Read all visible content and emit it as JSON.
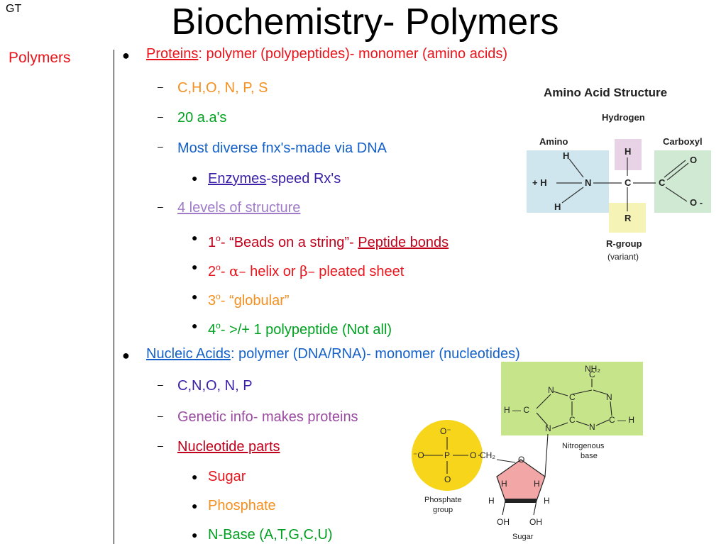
{
  "corner": "GT",
  "title": "Biochemistry- Polymers",
  "side_label": "Polymers",
  "proteins": {
    "head_link": "Proteins",
    "head_rest": ": polymer (polypeptides)-  monomer (amino acids)",
    "elements": "C,H,O, N, P, S",
    "count": "20 a.a's",
    "diverse": "Most diverse fnx's-made via DNA",
    "enzymes_link": "Enzymes",
    "enzymes_rest": "-speed Rx's",
    "levels_link": "4 levels of structure",
    "l1_num": "1",
    "l1_text": "- “Beads on a string”- ",
    "l1_link": "Peptide bonds",
    "l2_num": "2",
    "l2_a": "- ",
    "l2_alpha": "α–",
    "l2_b": " helix or ",
    "l2_beta": "β–",
    "l2_c": " pleated sheet",
    "l3_num": "3",
    "l3_text": "- “globular”",
    "l4_num": "4",
    "l4_text": "- >/+ 1 polypeptide (Not all)",
    "deg": "o"
  },
  "nucleic": {
    "head_link": "Nucleic Acids",
    "head_rest": ": polymer (DNA/RNA)- monomer (nucleotides)",
    "elements": "C,N,O, N, P",
    "genetic": "Genetic info- makes proteins",
    "parts_link": "Nucleotide parts",
    "sugar": "Sugar",
    "phosphate": "Phosphate",
    "nbase": "N-Base (A,T,G,C,U)"
  },
  "amino_diagram": {
    "title": "Amino Acid Structure",
    "hydrogen": "Hydrogen",
    "amino": "Amino",
    "carboxyl": "Carboxyl",
    "rgroup": "R-group",
    "variant": "(variant)",
    "H": "H",
    "N": "N",
    "C": "C",
    "O": "O",
    "R": "R",
    "plus_h": "+ H",
    "o_minus": "O -"
  },
  "nucleotide_diagram": {
    "nh2": "NH₂",
    "nitrogenous": "Nitrogenous",
    "base": "base",
    "phosphate": "Phosphate",
    "group": "group",
    "sugar": "Sugar",
    "ch2": "CH₂",
    "oh": "OH",
    "o_minus": "O⁻",
    "minus_o": "⁻O",
    "P": "P",
    "O": "O",
    "H": "H",
    "N": "N",
    "C": "C",
    "hc": "H — C",
    "ch": "C — H"
  },
  "colors": {
    "red": "#c0001b",
    "orange": "#f39020",
    "green": "#00a020",
    "blue": "#1460c8",
    "navy": "#3b1fa8",
    "purple": "#9a4ca0",
    "lavender": "#a07cc8"
  }
}
